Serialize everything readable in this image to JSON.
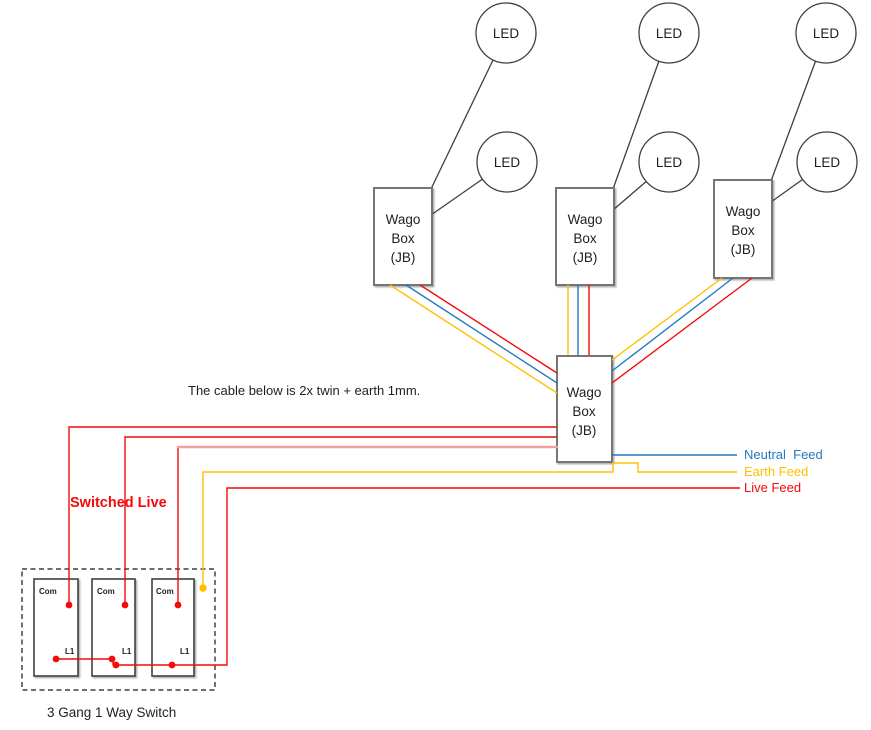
{
  "palette": {
    "live_red": "#F40A0A",
    "neutral_blue": "#2379BE",
    "earth_yellow": "#FFC000",
    "switched_live_highlight": "#F4A19E",
    "diagram_outline": "#3F3F3F",
    "junction_box_border": "#757575",
    "dashed_enclosure": "#595959",
    "text_black": "#1F1F1F"
  },
  "labels": {
    "led": "LED",
    "wago_box": {
      "line1": "Wago",
      "line2": "Box",
      "line3": "(JB)"
    },
    "cable_note": "The cable below is 2x twin + earth 1mm.",
    "switched_live": "Switched Live",
    "neutral_feed": "Neutral  Feed",
    "earth_feed": "Earth Feed",
    "live_feed": "Live Feed",
    "switch_com": "Com",
    "switch_l1": "L1",
    "switch_caption": "3 Gang 1 Way Switch"
  }
}
